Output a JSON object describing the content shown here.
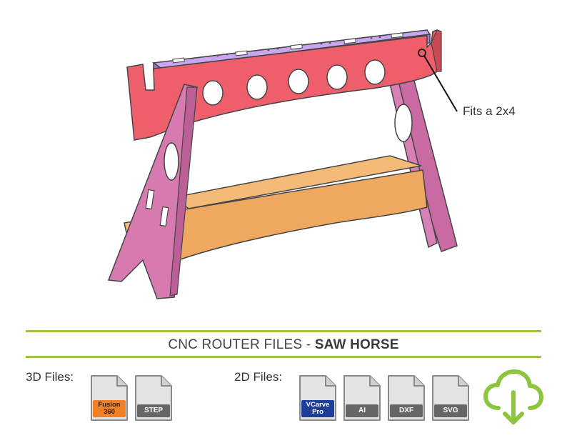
{
  "annotation": {
    "text": "Fits a 2x4"
  },
  "header": {
    "prefix": "CNC ROUTER FILES - ",
    "product": "SAW HORSE"
  },
  "files_3d": {
    "label": "3D Files:",
    "items": [
      {
        "name": "fusion-360-file-icon",
        "lines": [
          "Fusion",
          "360"
        ],
        "color": "#f08024"
      },
      {
        "name": "step-file-icon",
        "lines": [
          "STEP"
        ],
        "color": "#666666"
      }
    ]
  },
  "files_2d": {
    "label": "2D Files:",
    "items": [
      {
        "name": "vcarve-pro-file-icon",
        "lines": [
          "VCarve",
          "Pro"
        ],
        "color": "#1d3f9a"
      },
      {
        "name": "ai-file-icon",
        "lines": [
          "AI"
        ],
        "color": "#666666"
      },
      {
        "name": "dxf-file-icon",
        "lines": [
          "DXF"
        ],
        "color": "#666666"
      },
      {
        "name": "svg-file-icon",
        "lines": [
          "SVG"
        ],
        "color": "#666666"
      }
    ]
  },
  "colors": {
    "accent_green": "#9dc544",
    "top_board": "#b48ee0",
    "rail": "#ef5f6b",
    "legs": "#d77ab0",
    "stretcher": "#efa860"
  }
}
